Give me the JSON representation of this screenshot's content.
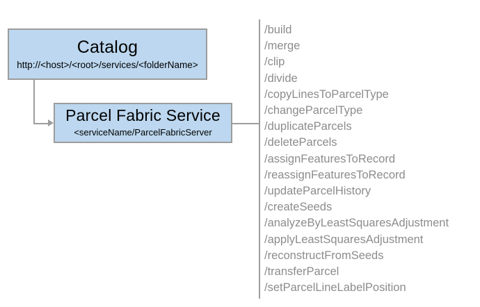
{
  "diagram": {
    "nodes": [
      {
        "title": "Catalog",
        "subtitle": "http://<host>/<root>/services/<folderName>"
      },
      {
        "title": "Parcel Fabric Service",
        "subtitle": "<serviceName/ParcelFabricServer"
      }
    ],
    "operations": [
      "/build",
      "/merge",
      "/clip",
      "/divide",
      "/copyLinesToParcelType",
      "/changeParcelType",
      "/duplicateParcels",
      "/deleteParcels",
      "/assignFeaturesToRecord",
      "/reassignFeaturesToRecord",
      "/updateParcelHistory",
      "/createSeeds",
      "/analyzeByLeastSquaresAdjustment",
      "/applyLeastSquaresAdjustment",
      "/reconstructFromSeeds",
      "/transferParcel",
      "/setParcelLineLabelPosition"
    ],
    "colors": {
      "node_fill": "#bcd7ef",
      "node_border": "#9c9c9c",
      "connector": "#9c9c9c",
      "operation_text": "#8c8c8c",
      "background": "#ffffff"
    }
  }
}
